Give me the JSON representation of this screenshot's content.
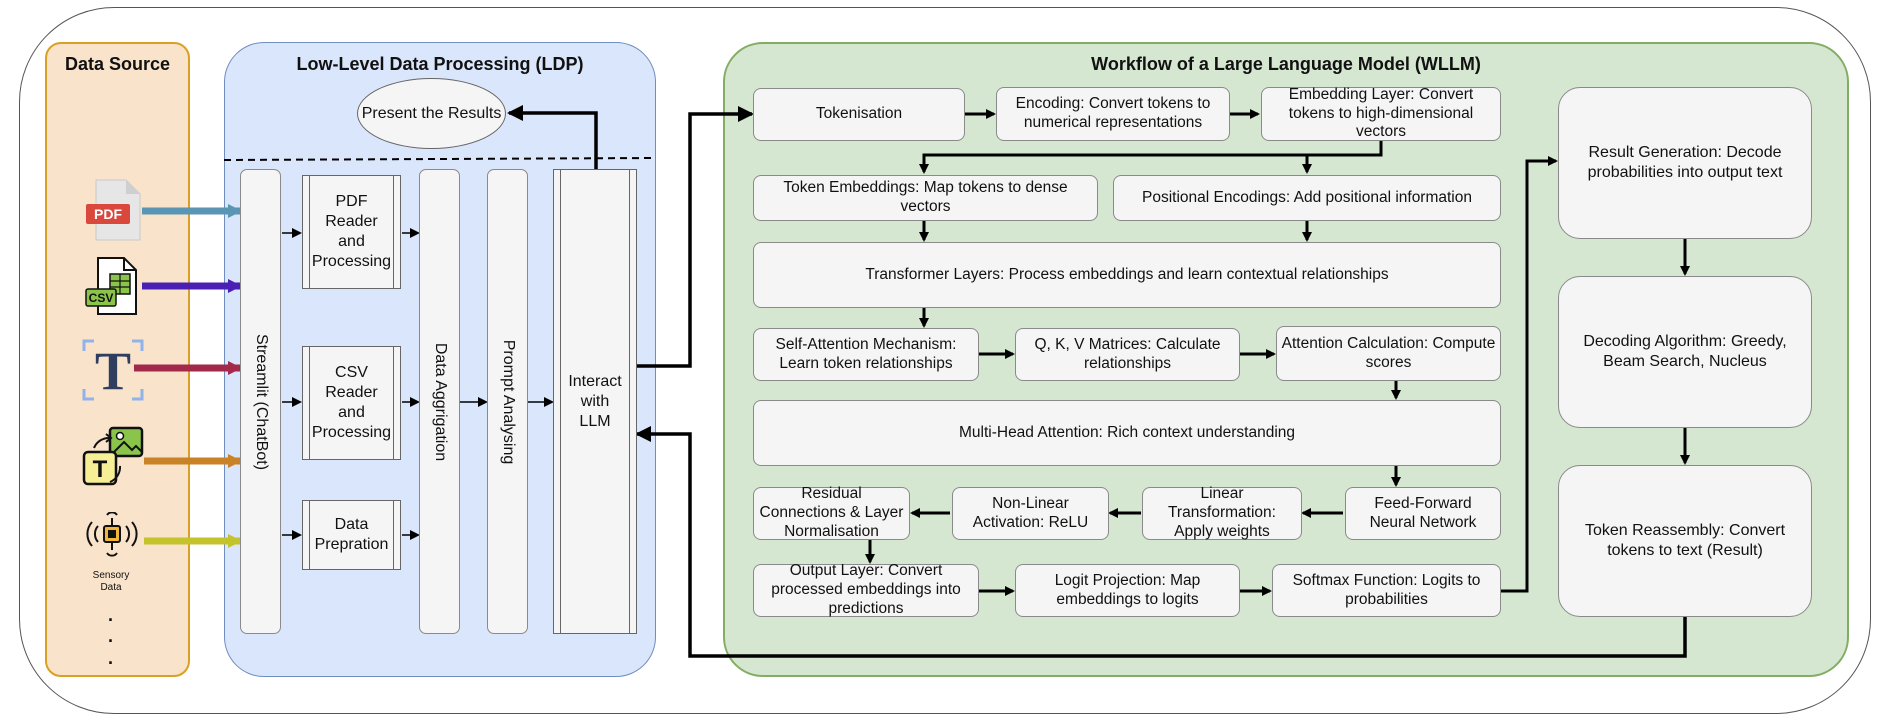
{
  "colors": {
    "data_source_bg": "#f9e3cb",
    "data_source_border": "#d9a025",
    "ldp_bg": "#dae6fb",
    "ldp_border": "#6d8ebf",
    "wllm_bg": "#d6e7d1",
    "wllm_border": "#83ad63",
    "box_fill": "#f5f5f5",
    "arrow_pdf": "#5b95b4",
    "arrow_csv": "#4b1fb3",
    "arrow_text": "#a3294b",
    "arrow_image": "#c98226",
    "arrow_sensor": "#c4c32b"
  },
  "data_source": {
    "title": "Data Source",
    "pdf_label": "PDF",
    "csv_label": "CSV",
    "text_icon_letter": "T",
    "image_icon_letter": "T",
    "sensor_label": "Sensory\nData",
    "more": "."
  },
  "ldp": {
    "title": "Low-Level Data Processing (LDP)",
    "present": "Present the Results",
    "streamlit": "Streamlit (ChatBot)",
    "pdf_reader": "PDF\nReader\nand\nProcessing",
    "csv_reader": "CSV\nReader\nand\nProcessing",
    "data_prep": "Data\nPrepration",
    "data_aggregation": "Data Aggrigation",
    "prompt_analysing": "Prompt Analysing",
    "interact": "Interact\nwith\nLLM"
  },
  "wllm": {
    "title": "Workflow of a Large Language Model (WLLM)",
    "tokenisation": "Tokenisation",
    "encoding": "Encoding: Convert tokens to numerical representations",
    "embedding_layer": "Embedding Layer: Convert tokens to high-dimensional vectors",
    "token_embeddings": "Token Embeddings: Map tokens to dense vectors",
    "positional": "Positional Encodings: Add positional information",
    "transformer": "Transformer Layers: Process embeddings and learn contextual relationships",
    "self_attention": "Self-Attention Mechanism: Learn token relationships",
    "qkv": "Q, K, V Matrices: Calculate relationships",
    "attention_calc": "Attention Calculation: Compute scores",
    "multi_head": "Multi-Head Attention: Rich context understanding",
    "feed_forward": "Feed-Forward Neural Network",
    "linear": "Linear Transformation: Apply weights",
    "nonlinear": "Non-Linear Activation: ReLU",
    "residual": "Residual Connections & Layer Normalisation",
    "output_layer": "Output Layer: Convert processed embeddings into predictions",
    "logit": "Logit Projection: Map embeddings to logits",
    "softmax": "Softmax Function: Logits to probabilities",
    "result_gen": "Result Generation: Decode probabilities into output text",
    "decoding": "Decoding Algorithm: Greedy, Beam Search, Nucleus",
    "reassembly": "Token Reassembly: Convert tokens to text (Result)"
  }
}
